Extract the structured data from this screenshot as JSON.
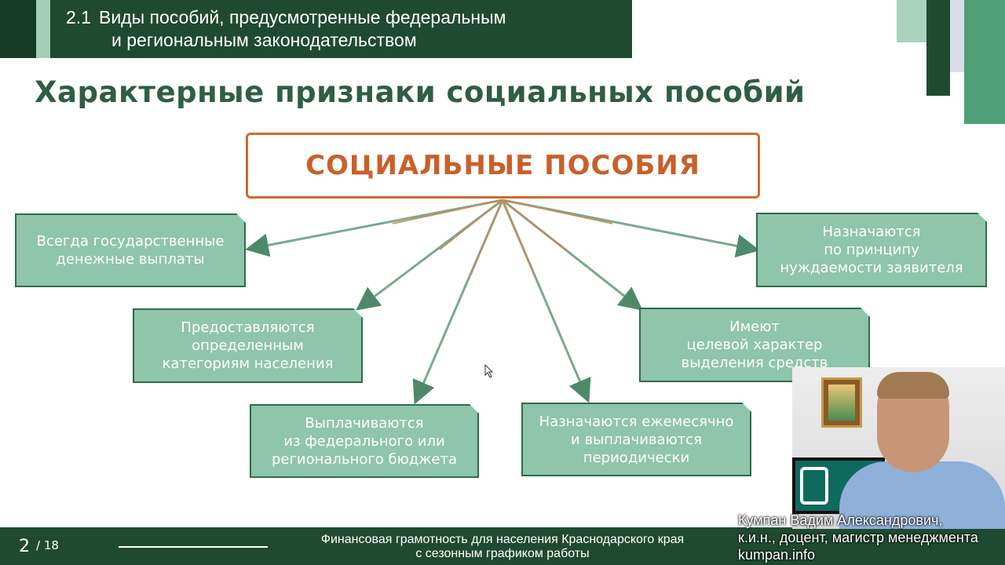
{
  "header": {
    "section_number": "2.1",
    "section_title_line1": "Виды пособий, предусмотренные федеральным",
    "section_title_line2": "и региональным законодательством"
  },
  "slide_title": "Характерные признаки социальных пособий",
  "main_concept": "СОЦИАЛЬНЫЕ ПОСОБИЯ",
  "features": [
    {
      "text": "Всегда государственные\nденежные выплаты"
    },
    {
      "text": "Предоставляются\nопределенным\nкатегориям населения"
    },
    {
      "text": "Выплачиваются\nиз федерального или\nрегионального бюджета"
    },
    {
      "text": "Назначаются ежемесячно\nи выплачиваются\nпериодически"
    },
    {
      "text": "Имеют\nцелевой характер\nвыделения средств"
    },
    {
      "text": "Назначаются\nпо принципу\nнуждаемости заявителя"
    }
  ],
  "footer": {
    "page_number": "2",
    "page_total": "/ 18",
    "text_line1": "Финансовая грамотность для населения Краснодарского края",
    "text_line2": "с сезонным графиком работы"
  },
  "presenter": {
    "name": "Кумпан Вадим Александрович,",
    "title": "к.и.н., доцент, магистр менеджмента",
    "site": "kumpan.info"
  },
  "colors": {
    "dark_green": "#1f4a32",
    "box_fill": "#8fc5ab",
    "accent_orange": "#c9602a",
    "title_green": "#2f5d45"
  }
}
